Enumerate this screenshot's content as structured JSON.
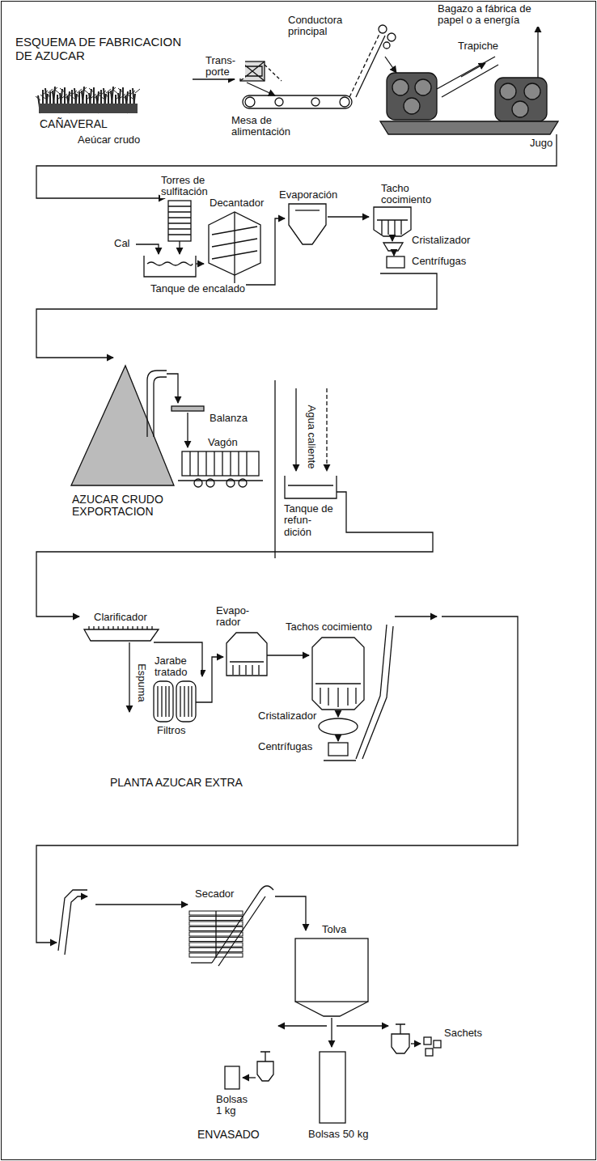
{
  "diagram": {
    "title": "ESQUEMA DE FABRICACION DE AZUCAR",
    "labels": [
      "Trans- porte",
      "Conductora principal",
      "Bagazo a fábrica de papel o a energía",
      "Trapiche",
      "CAÑAVERAL",
      "Aeúcar crudo",
      "Mesa de alimentación",
      "Jugo",
      "Torres de sulfitación",
      "Decantador",
      "Evaporación",
      "Tacho cocimiento",
      "Cal",
      "Cristalizador",
      "Centrífugas",
      "Tanque de encalado",
      "Balanza",
      "Vagón",
      "Agua caliente",
      "AZUCAR CRUDO EXPORTACION",
      "Tanque de refun- dición",
      "Clarificador",
      "Evapo- rador",
      "Tachos cocimiento",
      "Jarabe tratado",
      "Espuma",
      "Cristalizador",
      "Centrífugas",
      "Filtros",
      "PLANTA AZUCAR EXTRA",
      "Secador",
      "Tolva",
      "Sachets",
      "Bolsas 1 kg",
      "ENVASADO",
      "Bolsas 50 kg"
    ]
  }
}
